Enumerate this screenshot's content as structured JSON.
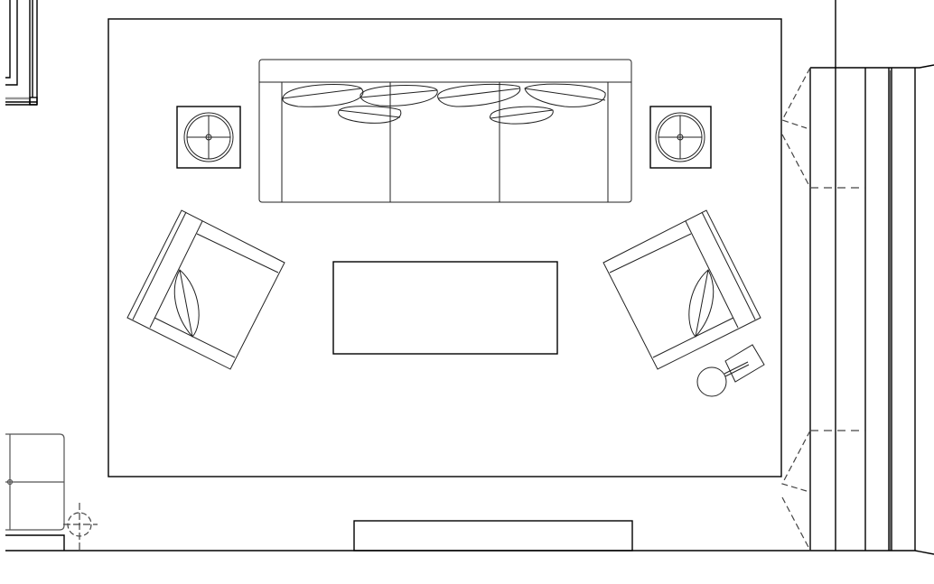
{
  "drawing": {
    "line_color": "#000000",
    "background": "#ffffff",
    "elements": [
      "rug",
      "sofa",
      "pillows",
      "end-table-left",
      "end-table-right",
      "armchair-left",
      "armchair-right",
      "coffee-table",
      "floor-lamp",
      "side-lamp-table",
      "media-console",
      "window-wall",
      "doors",
      "column-marker"
    ]
  }
}
